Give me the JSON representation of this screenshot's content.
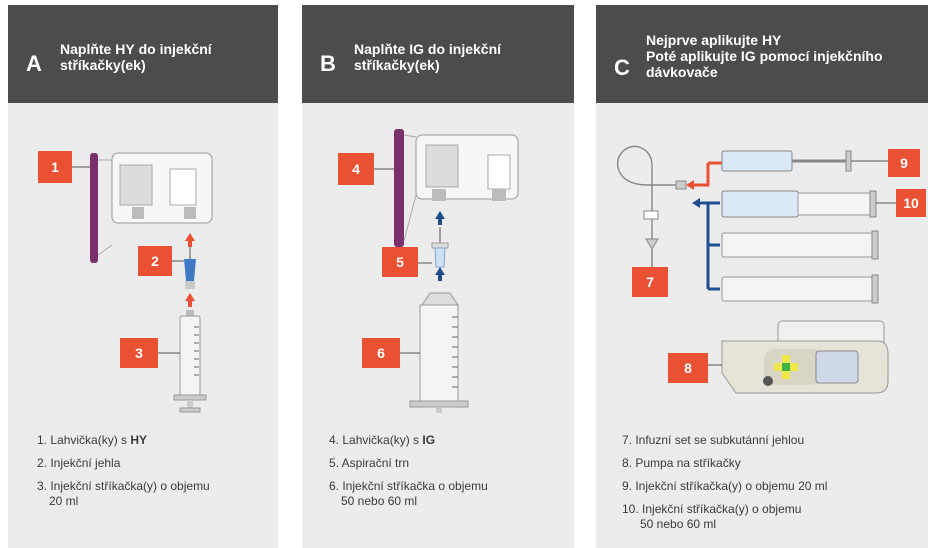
{
  "panels": [
    {
      "letter": "A",
      "title_pre": "Naplňte ",
      "title_bold": "HY",
      "title_post": " do injekční stříkačky(ek)",
      "badges": [
        "1",
        "2",
        "3"
      ],
      "items": [
        {
          "text": "1. Lahvička(ky) s ",
          "bold": "HY"
        },
        {
          "text": "2. Injekční jehla",
          "bold": ""
        },
        {
          "text": "3. Injekční stříkačka(y) o objemu",
          "bold": "",
          "cont": "20 ml"
        }
      ]
    },
    {
      "letter": "B",
      "title_pre": "Naplňte ",
      "title_bold": "IG",
      "title_post": " do injekční stříkačky(ek)",
      "badges": [
        "4",
        "5",
        "6"
      ],
      "items": [
        {
          "text": "4. Lahvička(ky) s ",
          "bold": "IG"
        },
        {
          "text": "5. Aspirační trn",
          "bold": ""
        },
        {
          "text": "6. Injekční stříkačka o objemu",
          "bold": "",
          "cont": "50 nebo 60 ml"
        }
      ]
    },
    {
      "letter": "C",
      "title_line1_pre": "Nejprve aplikujte ",
      "title_line1_bold": "HY",
      "title_line2_pre": "Poté aplikujte ",
      "title_line2_bold": "IG",
      "title_line2_post": " pomocí injekčního dávkovače",
      "badges": [
        "7",
        "8",
        "9",
        "10"
      ],
      "items": [
        {
          "text": "7. Infuzní set se subkutánní jehlou"
        },
        {
          "text": "8. Pumpa na stříkačky"
        },
        {
          "text": "9. Injekční stříkačka(y) o objemu 20 ml"
        },
        {
          "text": "10. Injekční stříkačka(y) o objemu",
          "cont": "50 nebo 60 ml"
        }
      ]
    }
  ],
  "colors": {
    "header": "#4c4c4e",
    "panel": "#ececed",
    "badge": "#ea5132",
    "arrow_hy": "#ea5132",
    "arrow_ig": "#1f4f8f",
    "vial_cap": "#7b2f6e"
  }
}
